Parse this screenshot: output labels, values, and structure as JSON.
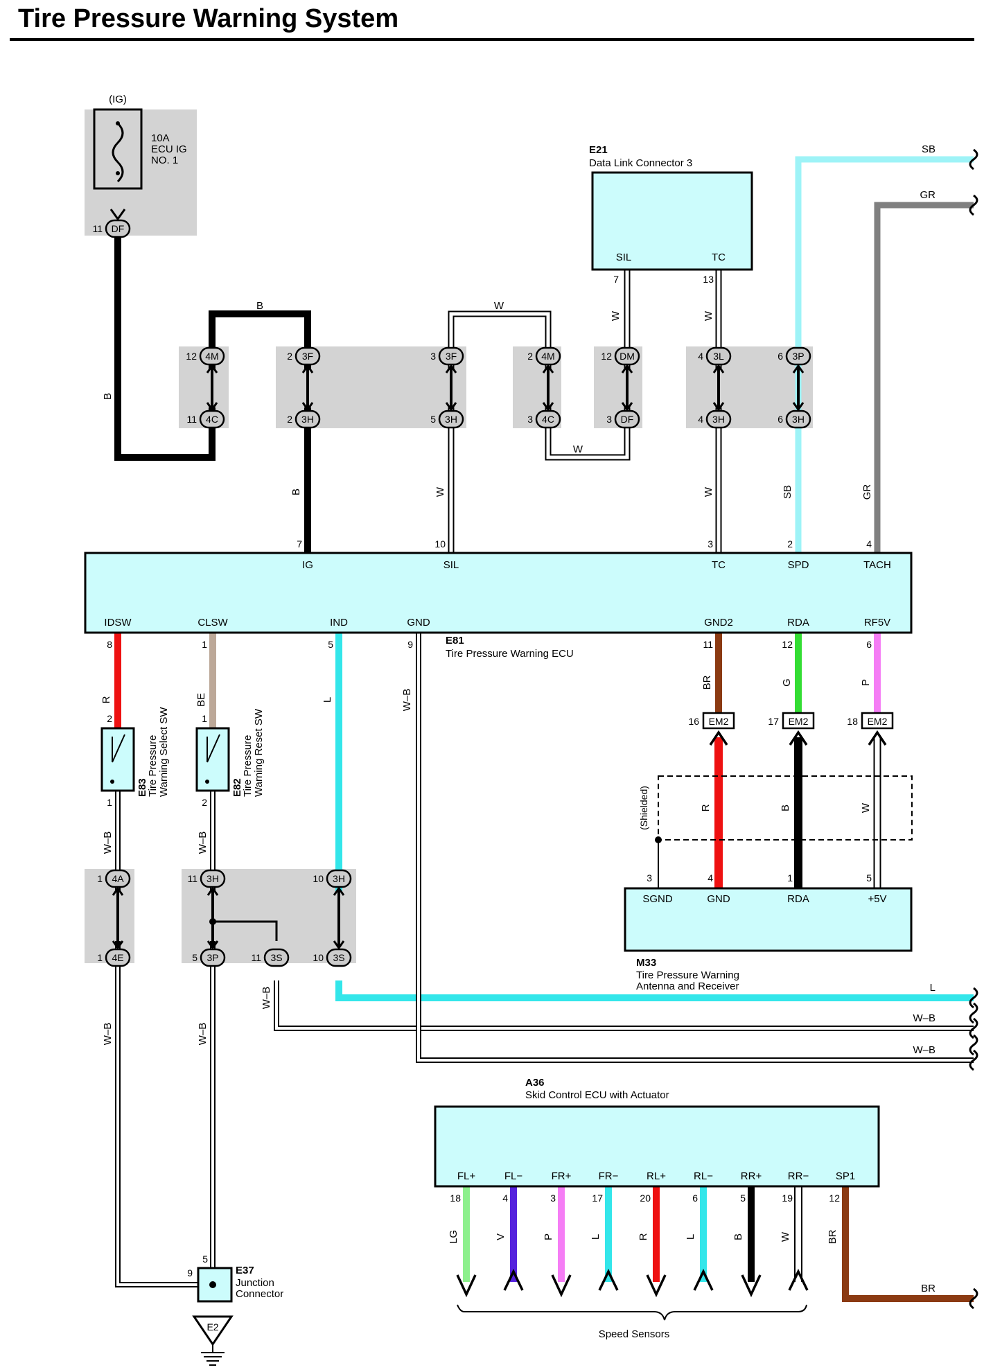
{
  "title": "Tire Pressure Warning System",
  "colors": {
    "B": "#000000",
    "W": "#ffffff",
    "SB": "#9ef3f7",
    "GR": "#808080",
    "R": "#ee1111",
    "BE": "#bca898",
    "L": "#33e6ea",
    "BR": "#8b3a12",
    "G": "#33dd33",
    "P": "#f57df5",
    "LG": "#8df08d",
    "V": "#5522dd",
    "component_fill": "#ccfcfc",
    "junction_fill": "#d3d3d3"
  },
  "fuse": {
    "supply": "(IG)",
    "lines": [
      "10A",
      "ECU IG",
      "NO. 1"
    ],
    "pin": "11",
    "connector": "DF"
  },
  "dlc": {
    "code": "E21",
    "name": "Data Link Connector 3",
    "pins": [
      {
        "label": "SIL",
        "num": "7"
      },
      {
        "label": "TC",
        "num": "13"
      }
    ]
  },
  "ecu": {
    "code": "E81",
    "name": "Tire Pressure Warning ECU",
    "top_pins": [
      {
        "label": "IG",
        "num": "7"
      },
      {
        "label": "SIL",
        "num": "10"
      },
      {
        "label": "TC",
        "num": "3"
      },
      {
        "label": "SPD",
        "num": "2"
      },
      {
        "label": "TACH",
        "num": "4"
      }
    ],
    "bottom_pins": [
      {
        "label": "IDSW",
        "num": "8"
      },
      {
        "label": "CLSW",
        "num": "1"
      },
      {
        "label": "IND",
        "num": "5"
      },
      {
        "label": "GND",
        "num": "9"
      },
      {
        "label": "GND2",
        "num": "11"
      },
      {
        "label": "RDA",
        "num": "12"
      },
      {
        "label": "RF5V",
        "num": "6"
      }
    ]
  },
  "switches": [
    {
      "code": "E83",
      "name_lines": [
        "Tire Pressure",
        "Warning Select SW"
      ],
      "pin_top": "2",
      "pin_bottom": "1"
    },
    {
      "code": "E82",
      "name_lines": [
        "Tire Pressure",
        "Warning Reset SW"
      ],
      "pin_top": "1",
      "pin_bottom": "2"
    }
  ],
  "em2": [
    {
      "num": "16",
      "connector": "EM2"
    },
    {
      "num": "17",
      "connector": "EM2"
    },
    {
      "num": "18",
      "connector": "EM2"
    }
  ],
  "receiver": {
    "code": "M33",
    "name_lines": [
      "Tire Pressure Warning",
      "Antenna and Receiver"
    ],
    "shielded": "(Shielded)",
    "pins": [
      {
        "label": "SGND",
        "num": "3"
      },
      {
        "label": "GND",
        "num": "4"
      },
      {
        "label": "RDA",
        "num": "1"
      },
      {
        "label": "+5V",
        "num": "5"
      }
    ]
  },
  "junction_connector": {
    "code": "E37",
    "name_lines": [
      "Junction",
      "Connector"
    ],
    "pin_top": "5",
    "pin_left": "9",
    "ground": "E2"
  },
  "skid_ecu": {
    "code": "A36",
    "name": "Skid Control ECU with Actuator",
    "pins": [
      {
        "label": "FL+",
        "num": "18",
        "wire": "LG"
      },
      {
        "label": "FL−",
        "num": "4",
        "wire": "V"
      },
      {
        "label": "FR+",
        "num": "3",
        "wire": "P"
      },
      {
        "label": "FR−",
        "num": "17",
        "wire": "L"
      },
      {
        "label": "RL+",
        "num": "20",
        "wire": "R"
      },
      {
        "label": "RL−",
        "num": "6",
        "wire": "L"
      },
      {
        "label": "RR+",
        "num": "5",
        "wire": "B"
      },
      {
        "label": "RR−",
        "num": "19",
        "wire": "W"
      },
      {
        "label": "SP1",
        "num": "12",
        "wire": "BR"
      }
    ],
    "speed_sensors": "Speed Sensors"
  },
  "upper_connectors": [
    {
      "num": "12",
      "conn": "4M"
    },
    {
      "num": "11",
      "conn": "4C"
    },
    {
      "num": "2",
      "conn": "3F"
    },
    {
      "num": "2",
      "conn": "3H"
    },
    {
      "num": "3",
      "conn": "3F"
    },
    {
      "num": "5",
      "conn": "3H"
    },
    {
      "num": "2",
      "conn": "4M"
    },
    {
      "num": "3",
      "conn": "4C"
    },
    {
      "num": "12",
      "conn": "DM"
    },
    {
      "num": "3",
      "conn": "DF"
    },
    {
      "num": "4",
      "conn": "3L"
    },
    {
      "num": "4",
      "conn": "3H"
    },
    {
      "num": "6",
      "conn": "3P"
    },
    {
      "num": "6",
      "conn": "3H"
    }
  ],
  "lower_connectors": [
    {
      "num": "1",
      "conn": "4A"
    },
    {
      "num": "1",
      "conn": "4E"
    },
    {
      "num": "11",
      "conn": "3H"
    },
    {
      "num": "5",
      "conn": "3P"
    },
    {
      "num": "10",
      "conn": "3H"
    },
    {
      "num": "11",
      "conn": "3S"
    },
    {
      "num": "10",
      "conn": "3S"
    }
  ],
  "wire_labels": {
    "b": "B",
    "w": "W",
    "sb": "SB",
    "gr": "GR",
    "r": "R",
    "be": "BE",
    "l": "L",
    "wb": "W–B",
    "br": "BR",
    "g": "G",
    "p": "P"
  },
  "offpage": [
    "SB",
    "GR",
    "L",
    "W–B",
    "W–B",
    "BR"
  ]
}
